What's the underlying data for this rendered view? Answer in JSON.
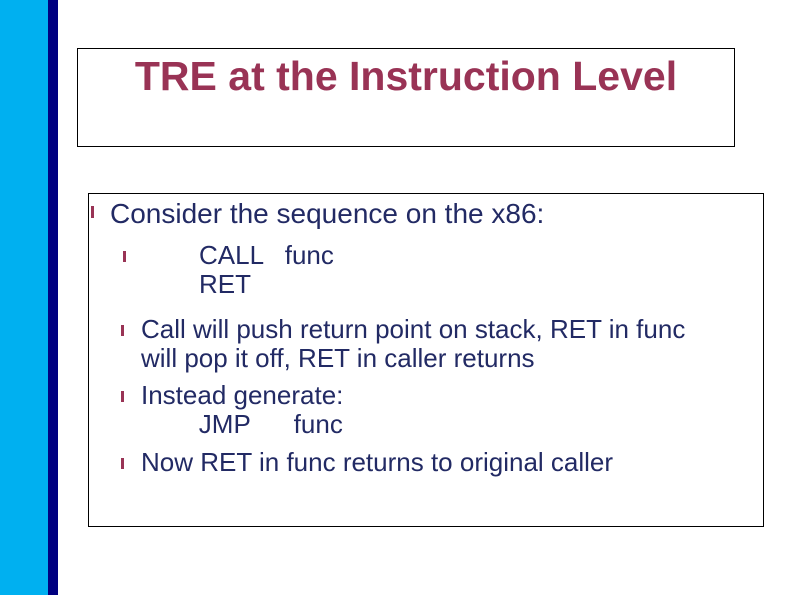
{
  "slide": {
    "title": "TRE at the Instruction Level",
    "bullets": {
      "consider": "Consider the sequence on the x86:",
      "code_call_ret": "CALL   func\nRET",
      "call_explain": "Call will push return point on stack, RET in func\nwill pop it off, RET in caller returns",
      "instead": "Instead generate:\n        JMP      func",
      "now_ret": "Now RET in func returns to original caller"
    },
    "icons": {
      "level1_bullet": "small-maroon-tick",
      "level2_bullet": "small-maroon-tick"
    },
    "colors": {
      "accent_bar_light_blue": "#00B0F0",
      "accent_bar_navy": "#000080",
      "title_maroon": "#993355",
      "body_text_navy": "#222A64",
      "bullet_maroon": "#993355",
      "box_border": "#000000",
      "background": "#FFFFFF"
    }
  }
}
